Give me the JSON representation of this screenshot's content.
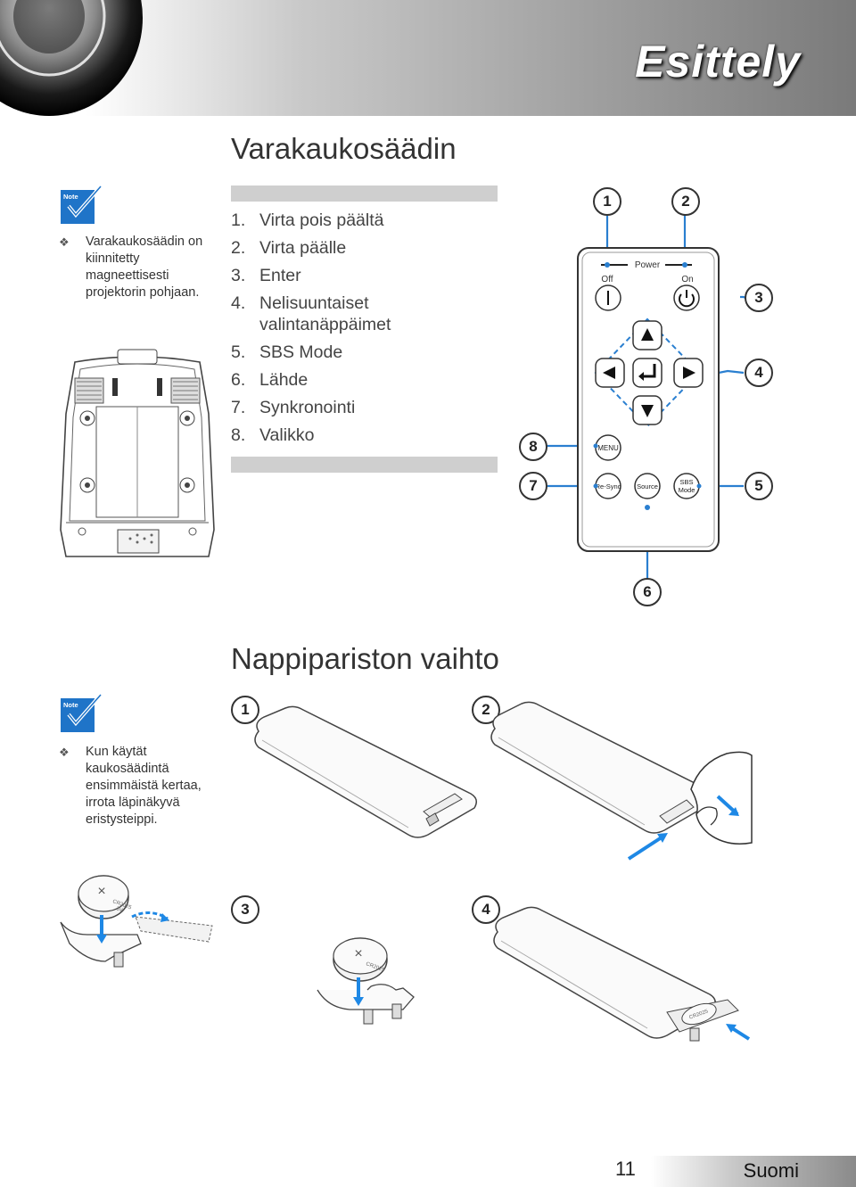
{
  "header": {
    "title": "Esittely"
  },
  "section1": {
    "title": "Varakaukosäädin",
    "note": {
      "badge": "Note",
      "text": "Varakaukosäädin on kiinnitetty magneettisesti projektorin pohjaan."
    },
    "items": [
      {
        "num": "1.",
        "label": "Virta pois päältä"
      },
      {
        "num": "2.",
        "label": "Virta päälle"
      },
      {
        "num": "3.",
        "label": "Enter"
      },
      {
        "num": "4.",
        "label": "Nelisuuntaiset valintanäppäimet"
      },
      {
        "num": "5.",
        "label": "SBS Mode"
      },
      {
        "num": "6.",
        "label": "Lähde"
      },
      {
        "num": "7.",
        "label": "Synkronointi"
      },
      {
        "num": "8.",
        "label": "Valikko"
      }
    ],
    "remote": {
      "power": "Power",
      "off": "Off",
      "on": "On",
      "menu": "MENU",
      "resync": "Re-Sync",
      "source": "Source",
      "sbs_line1": "SBS",
      "sbs_line2": "Mode"
    },
    "callouts": [
      "1",
      "2",
      "3",
      "4",
      "5",
      "6",
      "7",
      "8"
    ]
  },
  "section2": {
    "title": "Nappipariston vaihto",
    "note": {
      "badge": "Note",
      "text": "Kun käytät kaukosäädintä ensimmäistä kertaa, irrota läpinäkyvä eristysteippi."
    },
    "steps": [
      "1",
      "2",
      "3",
      "4"
    ],
    "battery_label": "CR2025",
    "battery_voltage": "3V"
  },
  "footer": {
    "page": "11",
    "language": "Suomi"
  },
  "colors": {
    "callout_line": "#2a7fd0",
    "note_blue": "#1f74c8",
    "arrow_blue": "#1e88e5"
  }
}
